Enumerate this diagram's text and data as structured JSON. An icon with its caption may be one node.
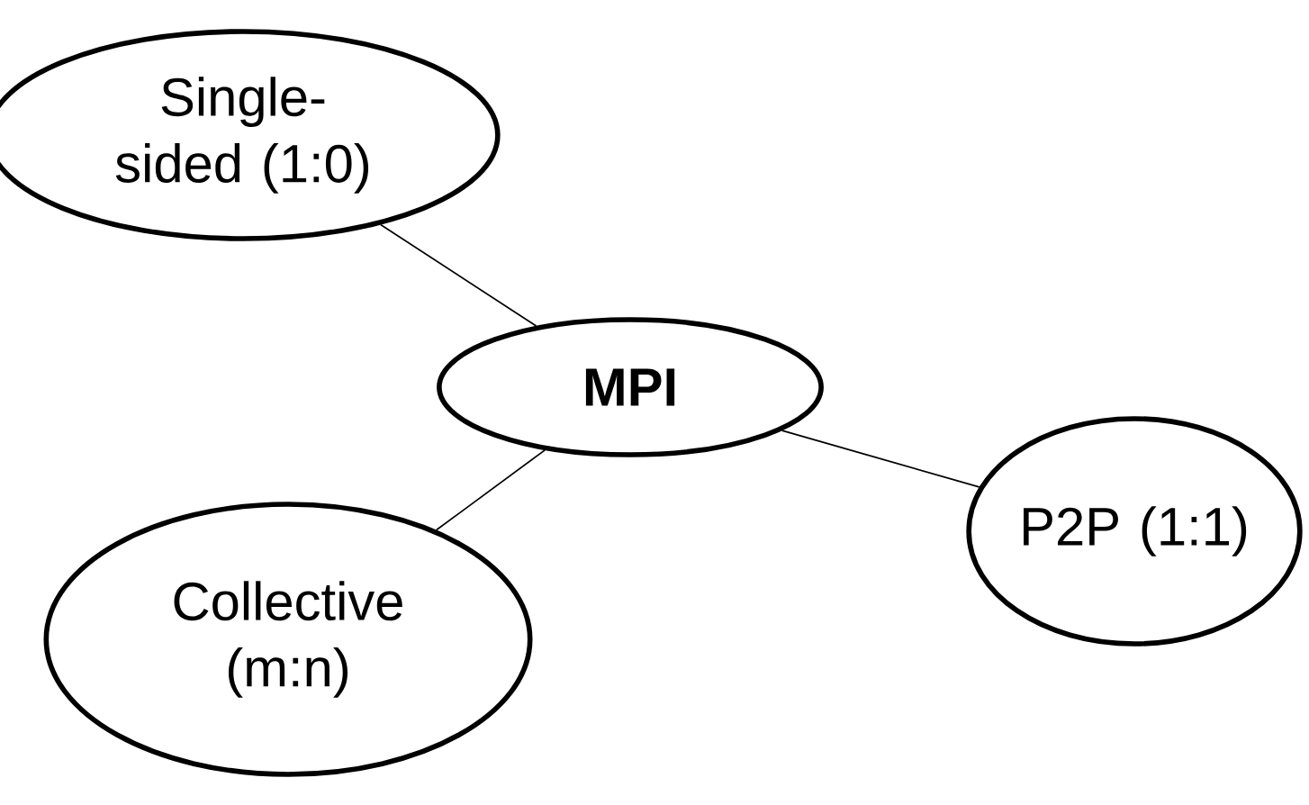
{
  "diagram": {
    "nodes": [
      {
        "text": [
          "Single-sided (1:0)"
        ]
      },
      {
        "text": [
          "MPI"
        ]
      },
      {
        "text": [
          "P2P (1:1)"
        ]
      },
      {
        "text": [
          "Collective (m:n)"
        ]
      }
    ],
    "edges": [
      {
        "from": 1,
        "to": 0,
        "arrow": "none"
      },
      {
        "from": 1,
        "to": 2,
        "arrow": "none"
      },
      {
        "from": 1,
        "to": 3,
        "arrow": "none"
      }
    ]
  }
}
